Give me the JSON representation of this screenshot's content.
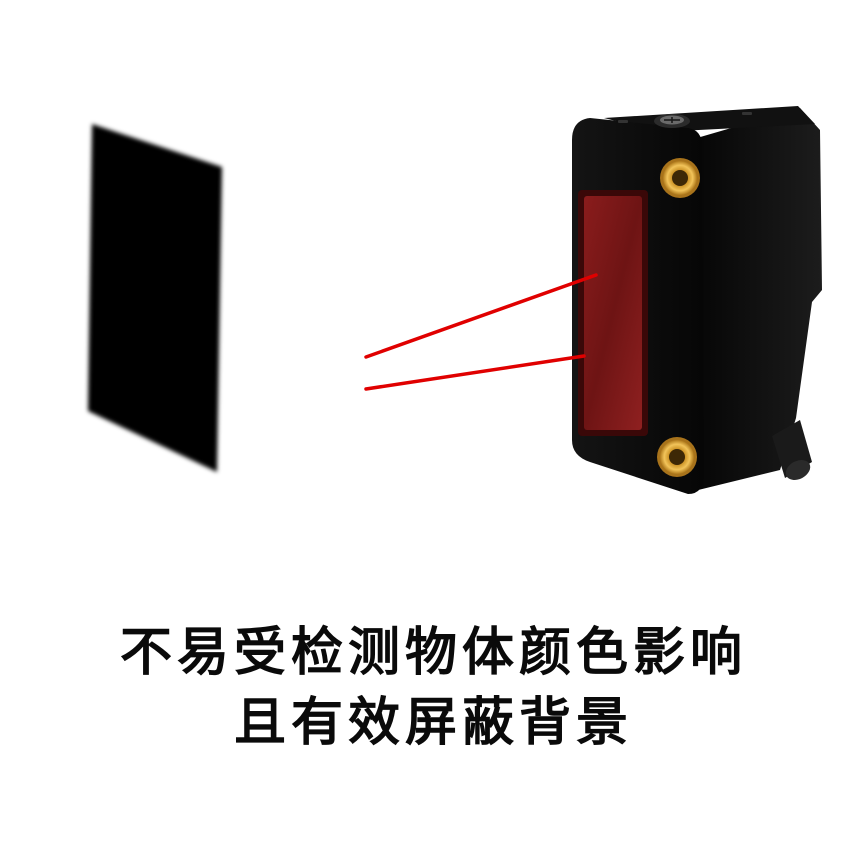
{
  "caption": {
    "line1": "不易受检测物体颜色影响",
    "line2": "且有效屏蔽背景"
  },
  "colors": {
    "background": "#ffffff",
    "target_object": "#050505",
    "sensor_body": "#0c0c0c",
    "lens_window": "#7a1414",
    "laser_beam": "#e00000",
    "brass_insert": "#d4a23a",
    "caption_text": "#0a0a0a"
  },
  "icons": {
    "target": "black-target-panel",
    "sensor": "photoelectric-sensor",
    "beam": "red-laser-beam"
  }
}
